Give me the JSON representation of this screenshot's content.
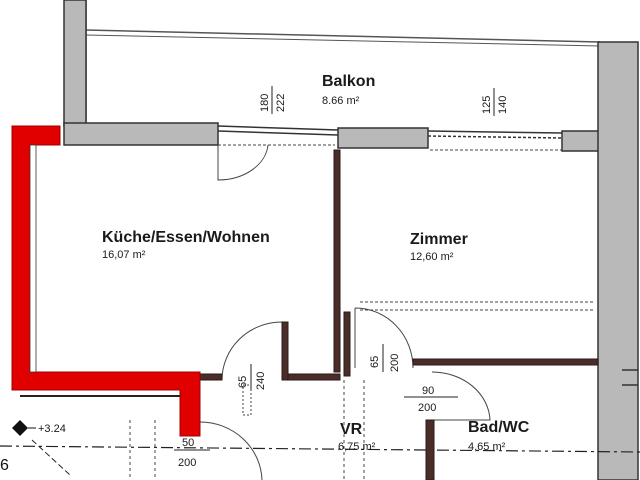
{
  "colors": {
    "exterior_wall_fill": "#b9b9b9",
    "wall_stroke": "#333333",
    "partition_wall": "#4a2c28",
    "highlight_red": "#e00000",
    "background": "#ffffff"
  },
  "rooms": {
    "balkon": {
      "name": "Balkon",
      "area": "8.66 m²"
    },
    "kueche": {
      "name": "Küche/Essen/Wohnen",
      "area": "16,07 m²"
    },
    "zimmer": {
      "name": "Zimmer",
      "area": "12,60 m²"
    },
    "vr": {
      "name": "VR",
      "area": "6,75 m²"
    },
    "bad": {
      "name": "Bad/WC",
      "area": "4,65 m²"
    }
  },
  "dimensions": {
    "balkon_door_a": "180",
    "balkon_door_b": "222",
    "balkon_window_a": "125",
    "balkon_window_b": "140",
    "kueche_door_a": "65",
    "kueche_door_b": "240",
    "zimmer_door_a": "65",
    "zimmer_door_b": "200",
    "bad_door_a": "90",
    "bad_door_b": "200",
    "entry_door_a": "50",
    "entry_door_b": "200"
  },
  "level_marker": "+3.24",
  "edge_number": "6"
}
